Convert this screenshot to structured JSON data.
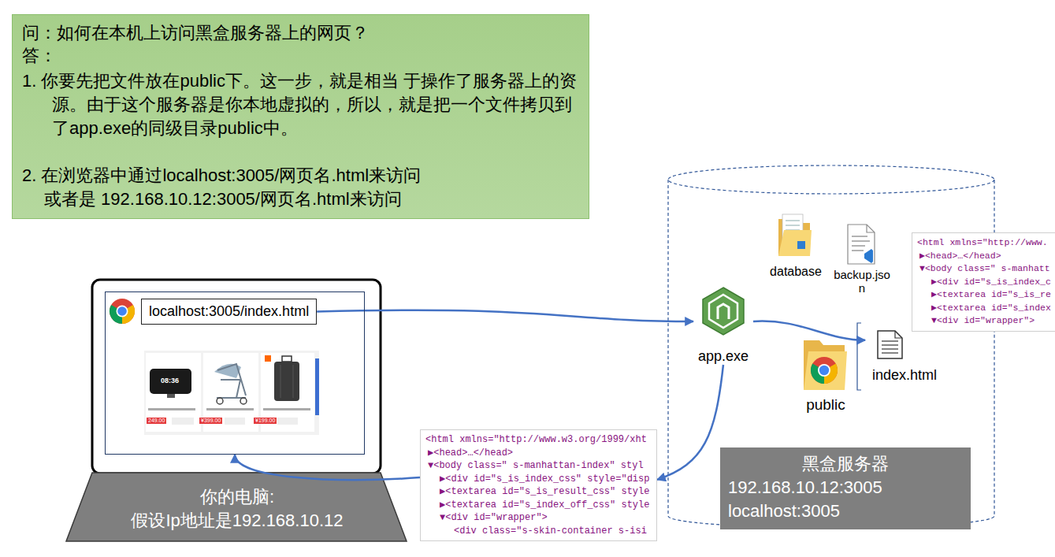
{
  "diagram": {
    "nodes": [
      {
        "text": [
          "问：如何在本机上访问黑盒服务器上的网页？",
          "答：",
          "1. 你要先把文件放在public下。这一步，就是相当 于操作了服务器上的资源。由于这个服务器是你本地虚拟的，所以，就是把一个文件拷贝到了app.exe的同级目录public中。",
          "2. 在浏览器中通过localhost:3005/网页名.html来访问 或者是 192.168.10.12:3005/网页名.html来访问"
        ]
      },
      {
        "text": [
          "你的电脑:",
          "假设Ip地址是192.168.10.12"
        ]
      },
      {
        "text": [
          "localhost:3005/index.html"
        ],
        "in": 1
      },
      {
        "text": [
          "<html xmlns=\"http://www.w3.org/1999/xht",
          "▶<head>…</head>",
          "▼<body class=\" s-manhattan-index\" styl",
          "▶<div id=\"s_is_index_css\" style=\"disp",
          "▶<textarea id=\"s_is_result_css\" style",
          "▶<textarea id=\"s_index_off_css\" style",
          "▼<div id=\"wrapper\">",
          "<div class=\"s-skin-container s-isi"
        ]
      },
      {
        "text": [
          "database"
        ]
      },
      {
        "text": [
          "backup.json"
        ]
      },
      {
        "text": [
          "app.exe"
        ]
      },
      {
        "text": [
          "public"
        ]
      },
      {
        "text": [
          "index.html"
        ]
      },
      {
        "text": [
          "<html xmlns=\"http://www.",
          "▶<head>…</head>",
          "▼<body class=\" s-manhatt",
          "▶<div id=\"s_is_index_c",
          "▶<textarea id=\"s_is_re",
          "▶<textarea id=\"s_index",
          "▼<div id=\"wrapper\">"
        ]
      },
      {
        "text": [
          "黑盒服务器",
          "192.168.10.12:3005",
          "localhost:3005"
        ]
      }
    ],
    "edges": [
      {
        "from": 2,
        "to": 6,
        "arrow": "to"
      },
      {
        "from": 6,
        "to": 8,
        "arrow": "to"
      },
      {
        "from": 6,
        "to": 3,
        "arrow": "to"
      },
      {
        "from": 3,
        "to": 1,
        "arrow": "to"
      }
    ],
    "labels": [
      "08:36",
      "249.00",
      "¥399.00",
      "¥199.00"
    ]
  }
}
